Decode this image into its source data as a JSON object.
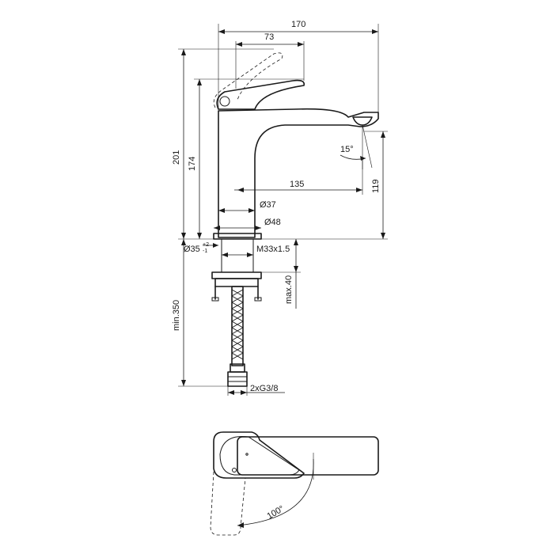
{
  "dimensions": {
    "total_depth": "170",
    "handle_reach": "73",
    "total_height": "201",
    "body_height": "174",
    "spout_angle": "15°",
    "spout_reach": "135",
    "spout_height": "119",
    "body_diameter": "Ø37",
    "base_diameter": "Ø48",
    "hole_diameter": "Ø35",
    "hole_tol_upper": "+2",
    "hole_tol_lower": "-1",
    "thread": "M33x1.5",
    "max_deck": "max.40",
    "hose_length": "min.350",
    "connection": "2xG3/8",
    "swing_angle": "100°"
  }
}
